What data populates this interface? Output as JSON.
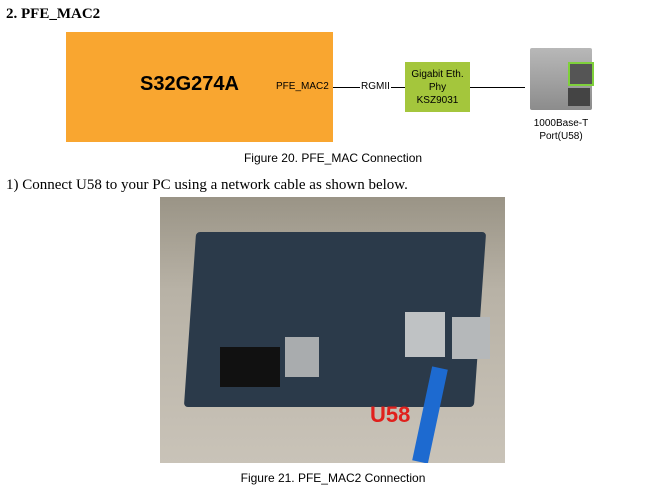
{
  "section_heading": "2.  PFE_MAC2",
  "diagram": {
    "soc": "S32G274A",
    "mac_label": "PFE_MAC2",
    "interface": "RGMII",
    "phy": [
      "Gigabit Eth.",
      "Phy",
      "KSZ9031"
    ],
    "port_label": [
      "1000Base-T",
      "Port(U58)"
    ],
    "colors": {
      "soc": "#f9a630",
      "phy": "#a4c63c",
      "port_highlight": "#7fd13b"
    }
  },
  "figure20_caption": "Figure 20. PFE_MAC Connection",
  "step1": "1)  Connect U58 to your PC using a network cable as shown below.",
  "photo": {
    "annotation": "U58"
  },
  "figure21_caption": "Figure 21. PFE_MAC2 Connection"
}
